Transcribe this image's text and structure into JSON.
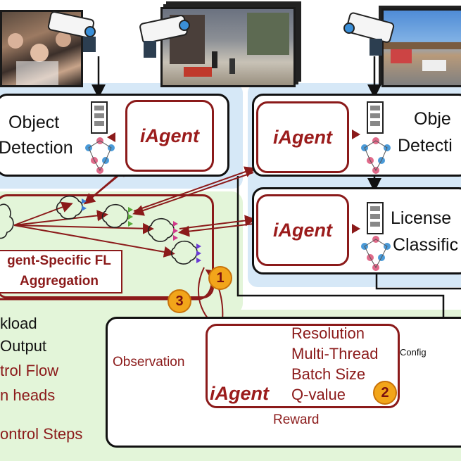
{
  "detectors": {
    "left": {
      "line1": "Object",
      "line2": "Detection"
    },
    "right": {
      "line1": "Obje",
      "line2": "Detecti"
    }
  },
  "license": {
    "line1": "License",
    "line2": "Classific"
  },
  "agent_label": "iAgent",
  "fl_box": {
    "line1": "gent-Specific FL",
    "line2": "Aggregation"
  },
  "legend": {
    "workload": "kload",
    "output": "Output",
    "control_flow": "trol Flow",
    "heads": "n heads",
    "control_steps": "ontrol Steps"
  },
  "actions": [
    "Resolution",
    "Multi-Thread",
    "Batch Size",
    "Q-value"
  ],
  "observation_label": "Observation",
  "reward_label": "Reward",
  "config_label": "Config",
  "badges": [
    "1",
    "2",
    "3"
  ],
  "colors": {
    "dark_red": "#8b1a1a",
    "light_blue": "#cfe3f5",
    "light_green": "#e3f5d9",
    "badge": "#f2a51a"
  }
}
